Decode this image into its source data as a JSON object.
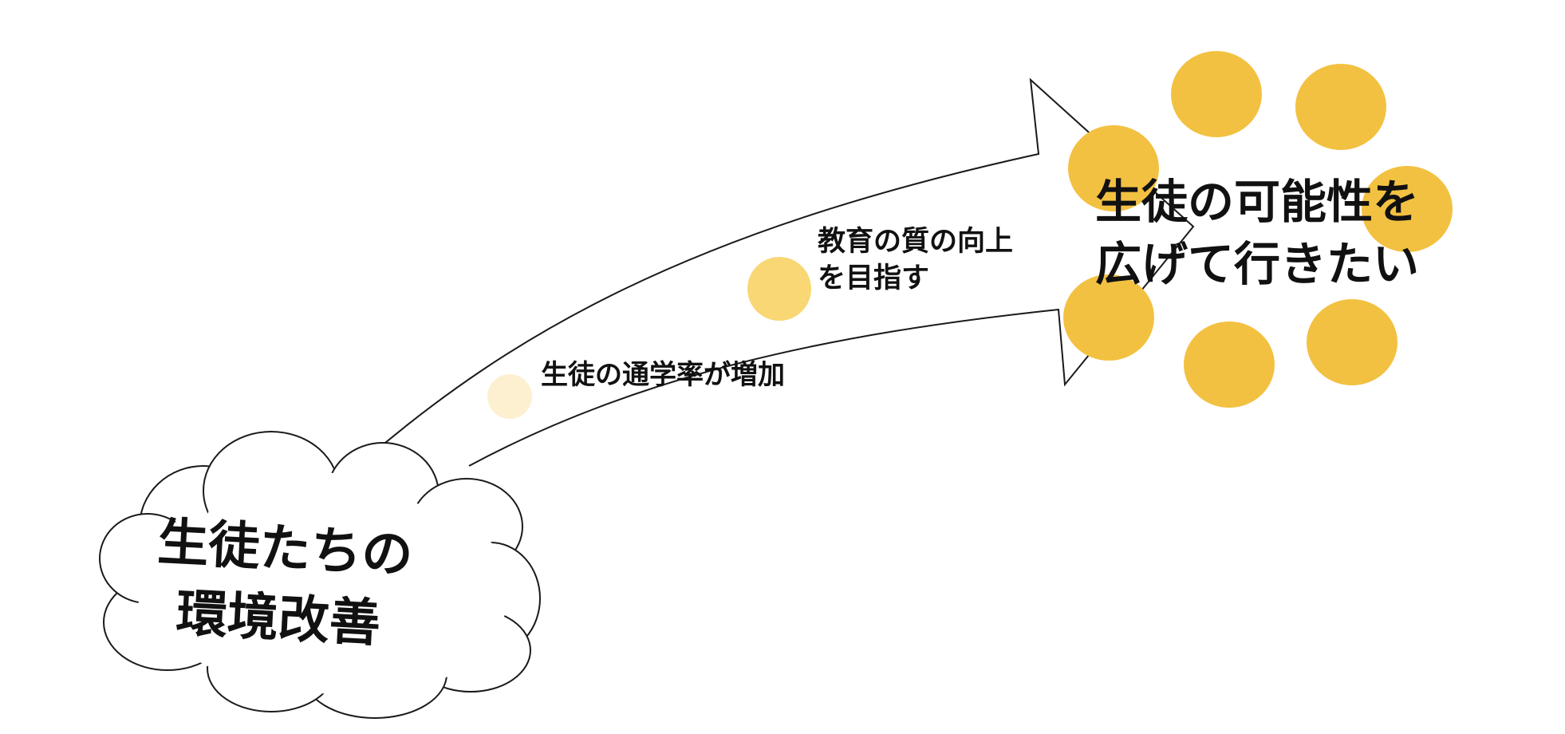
{
  "cloud": {
    "line1": "生徒たちの",
    "line2": "環境改善"
  },
  "steps": {
    "step1": "生徒の通学率が増加",
    "step2_line1": "教育の質の向上",
    "step2_line2": "を目指す"
  },
  "goal": {
    "line1": "生徒の可能性を",
    "line2": "広げて行きたい"
  },
  "colors": {
    "goal_circles": "#F3C141",
    "step2_circle": "#F8D774",
    "step1_circle": "#FCF0D0",
    "outline": "#1a1a1a",
    "text": "#111111"
  }
}
